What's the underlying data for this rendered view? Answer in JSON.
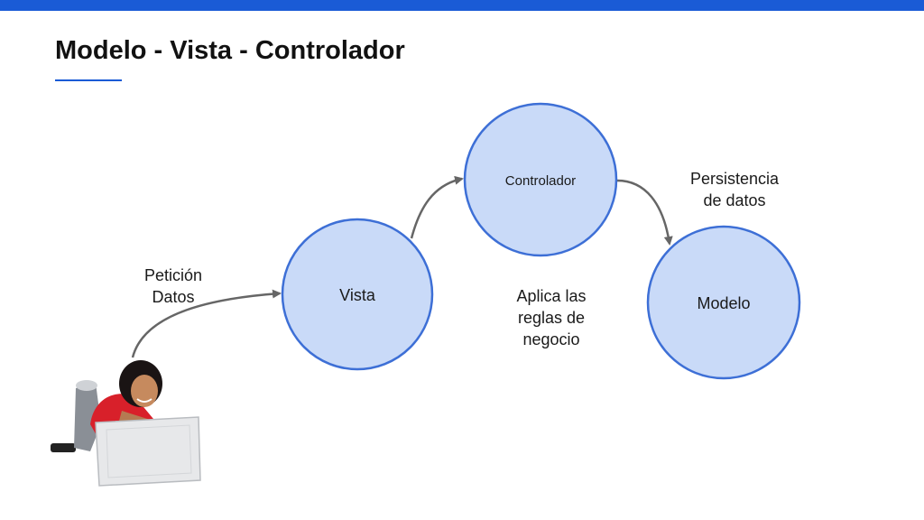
{
  "title": "Modelo - Vista - Controlador",
  "colors": {
    "accent": "#1a5bd6",
    "node_fill": "#c9daf8",
    "node_stroke": "#3d6fd6",
    "arrow": "#666666"
  },
  "nodes": {
    "vista": "Vista",
    "controlador": "Controlador",
    "modelo": "Modelo"
  },
  "notes": {
    "peticion": [
      "Petición",
      "Datos"
    ],
    "reglas": [
      "Aplica las",
      "reglas de",
      "negocio"
    ],
    "persistencia": [
      "Persistencia",
      "de datos"
    ]
  },
  "image": {
    "subject": "woman lying down using laptop"
  }
}
